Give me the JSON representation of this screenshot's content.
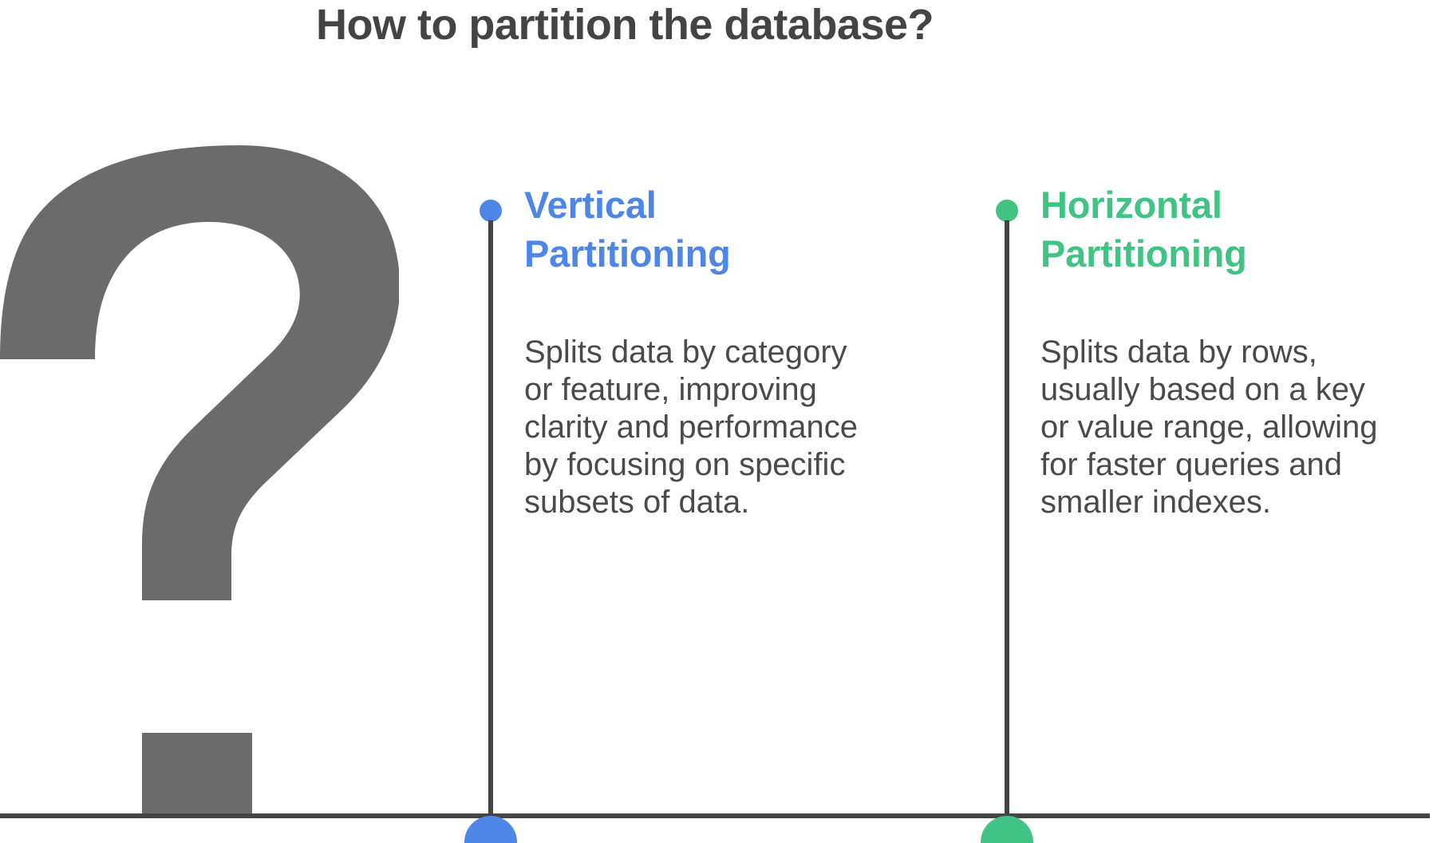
{
  "page": {
    "title": "How to partition the database?",
    "background_color": "#ffffff"
  },
  "colors": {
    "title_text": "#444444",
    "body_text": "#4a4a4a",
    "axis": "#444444",
    "question_mark": "#6b6b6b",
    "vertical_accent": "#4e86e8",
    "horizontal_accent": "#41c384"
  },
  "decoration": {
    "question_mark_glyph": "?"
  },
  "columns": [
    {
      "id": "vertical",
      "heading": "Vertical\nPartitioning",
      "body": "Splits data by category\nor feature, improving\nclarity and performance\nby focusing on specific\nsubsets of data.",
      "accent": "#4e86e8"
    },
    {
      "id": "horizontal",
      "heading": "Horizontal\nPartitioning",
      "body": "Splits data by rows,\nusually based on a key\nor value range, allowing\nfor faster queries and\nsmaller indexes.",
      "accent": "#41c384"
    }
  ]
}
